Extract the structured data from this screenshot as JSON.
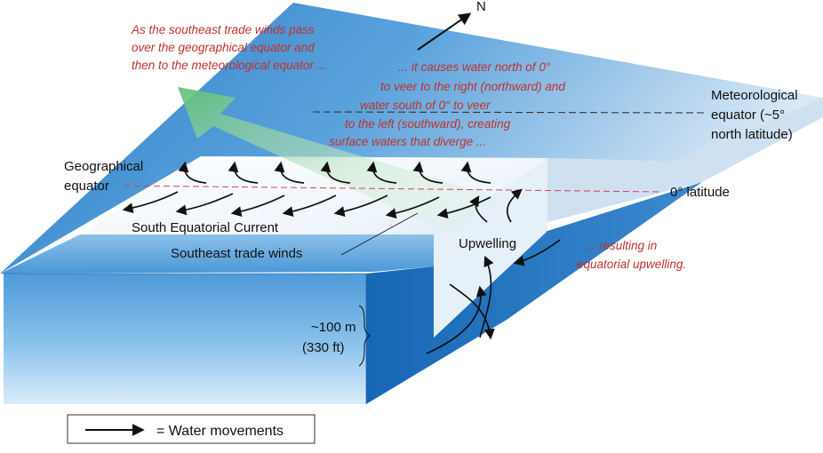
{
  "compass": {
    "label": "N"
  },
  "annotations": {
    "trade_winds_caption": [
      "As the southeast trade winds pass",
      "over the geographical equator and",
      "then to the meteorological equator ..."
    ],
    "divergence_caption": [
      "... it causes water north of  0°",
      "to veer to the right (northward) and",
      "water south of 0° to veer",
      "to the left (southward), creating",
      "surface waters that diverge ..."
    ],
    "upwelling_caption": [
      "... resulting in",
      "equatorial upwelling."
    ]
  },
  "labels": {
    "meteorological_equator": [
      "Meteorological",
      "equator (~5°",
      "north latitude)"
    ],
    "geographical_equator": [
      "Geographical",
      "equator"
    ],
    "zero_latitude": "0° latitude",
    "south_equatorial_current": "South Equatorial Current",
    "southeast_trade_winds": "Southeast trade winds",
    "upwelling": "Upwelling",
    "depth": [
      "~100 m",
      "(330 ft)"
    ]
  },
  "legend": {
    "text": "= Water movements"
  },
  "colors": {
    "ocean_top": "#4f9ad8",
    "ocean_front": "#3f8fd0",
    "ocean_side": "#1f6fb8",
    "annotation_red": "#c0312b",
    "wind_arrow_green": "#7fc98a"
  }
}
